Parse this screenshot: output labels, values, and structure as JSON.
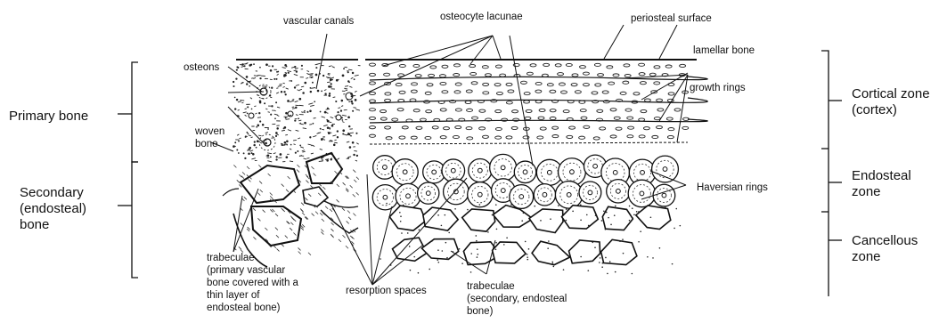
{
  "diagram": {
    "top_labels": {
      "vascular_canals": "vascular canals",
      "osteocyte_lacunae": "osteocyte lacunae",
      "periosteal_surface": "periosteal surface"
    },
    "left_structures": {
      "osteons": "osteons",
      "woven_bone_line1": "woven",
      "woven_bone_line2": "bone"
    },
    "right_structures": {
      "lamellar_bone": "lamellar bone",
      "growth_rings": "growth rings",
      "haversian_rings": "Haversian rings"
    },
    "bottom_labels": {
      "trabeculae_primary": [
        "trabeculae",
        "(primary vascular",
        "bone covered with a",
        "thin layer of",
        "endosteal bone)"
      ],
      "resorption_spaces": "resorption spaces",
      "trabeculae_secondary": [
        "trabeculae",
        "(secondary, endosteal",
        "bone)"
      ]
    },
    "bone_types": {
      "primary": "Primary bone",
      "secondary": [
        "Secondary",
        "(endosteal)",
        "bone"
      ]
    },
    "zones": {
      "cortical": [
        "Cortical zone",
        "(cortex)"
      ],
      "endosteal": [
        "Endosteal",
        "zone"
      ],
      "cancellous": [
        "Cancellous",
        "zone"
      ]
    }
  }
}
